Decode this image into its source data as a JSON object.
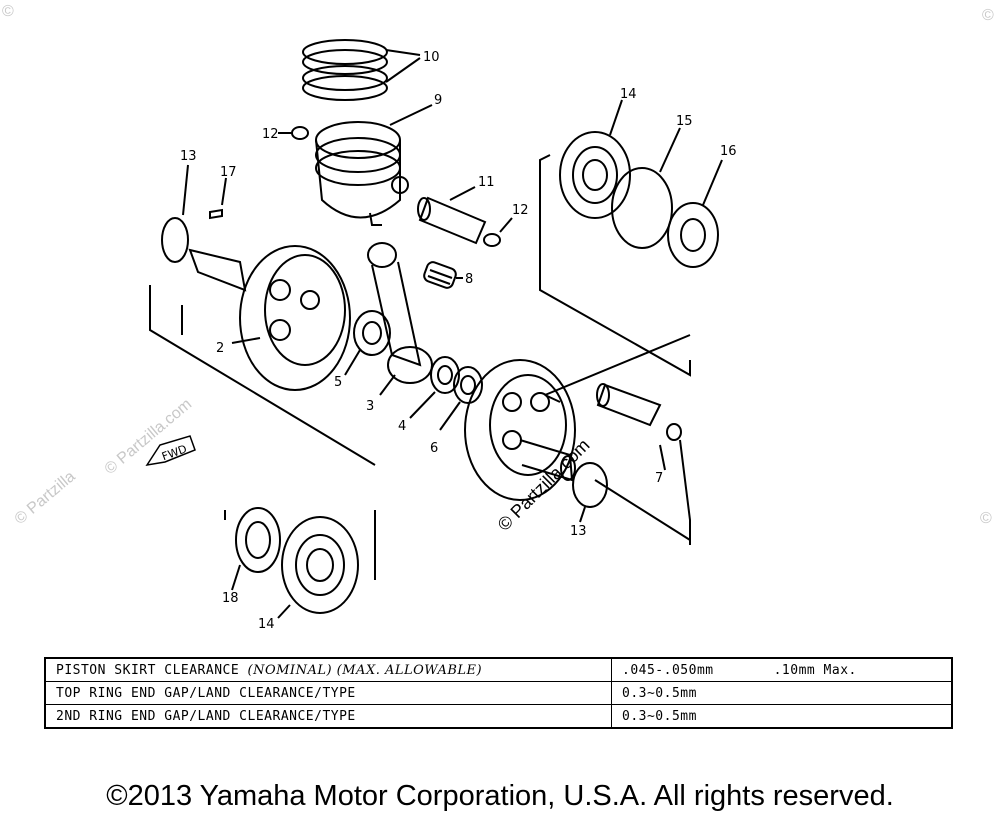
{
  "watermarks": {
    "center": "© Partzilla.com",
    "left": "© Partzilla.com",
    "side_left": "© Partzilla",
    "corner": "©"
  },
  "callouts": {
    "c10": "10",
    "c9": "9",
    "c12a": "12",
    "c12b": "12",
    "c13a": "13",
    "c13b": "13",
    "c17": "17",
    "c11": "11",
    "c14a": "14",
    "c14b": "14",
    "c15": "15",
    "c16": "16",
    "c8": "8",
    "c2": "2",
    "c5": "5",
    "c3": "3",
    "c4": "4",
    "c6": "6",
    "c7": "7",
    "c18": "18",
    "fwd": "FWD"
  },
  "spec_table": {
    "rows": [
      {
        "label_main": "PISTON SKIRT CLEARANCE ",
        "label_italic": "(NOMINAL) (MAX. ALLOWABLE)",
        "value": ".045-.050mm",
        "value_max": ".10mm Max."
      },
      {
        "label_main": "TOP RING END GAP/LAND CLEARANCE/TYPE",
        "value": "0.3~0.5mm"
      },
      {
        "label_main": "2ND RING END GAP/LAND CLEARANCE/TYPE",
        "value": "0.3~0.5mm"
      }
    ]
  },
  "footer": {
    "copyright": "©2013 Yamaha Motor Corporation, U.S.A. All rights reserved."
  }
}
